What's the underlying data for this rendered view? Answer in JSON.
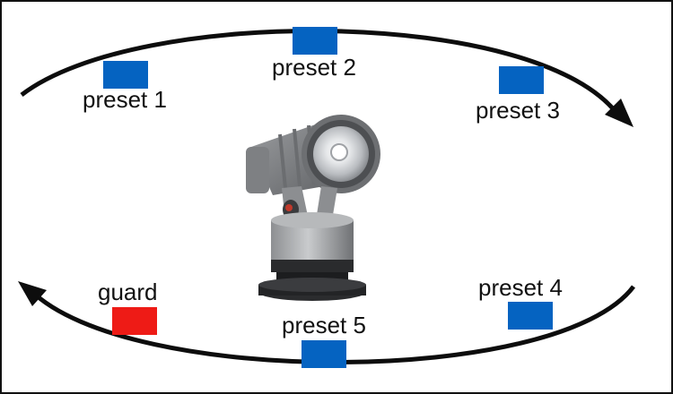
{
  "colors": {
    "preset": "#0563c1",
    "guard": "#ee1b16",
    "arrow": "#0d0d0d"
  },
  "labels": {
    "preset_1": "preset 1",
    "preset_2": "preset 2",
    "preset_3": "preset 3",
    "preset_4": "preset 4",
    "preset_5": "preset 5",
    "guard": "guard"
  },
  "icons": {
    "device": "pan-tilt-searchlight-icon",
    "upper_arrow": "clockwise-arrow-icon",
    "lower_arrow": "counterclockwise-arrow-icon"
  }
}
